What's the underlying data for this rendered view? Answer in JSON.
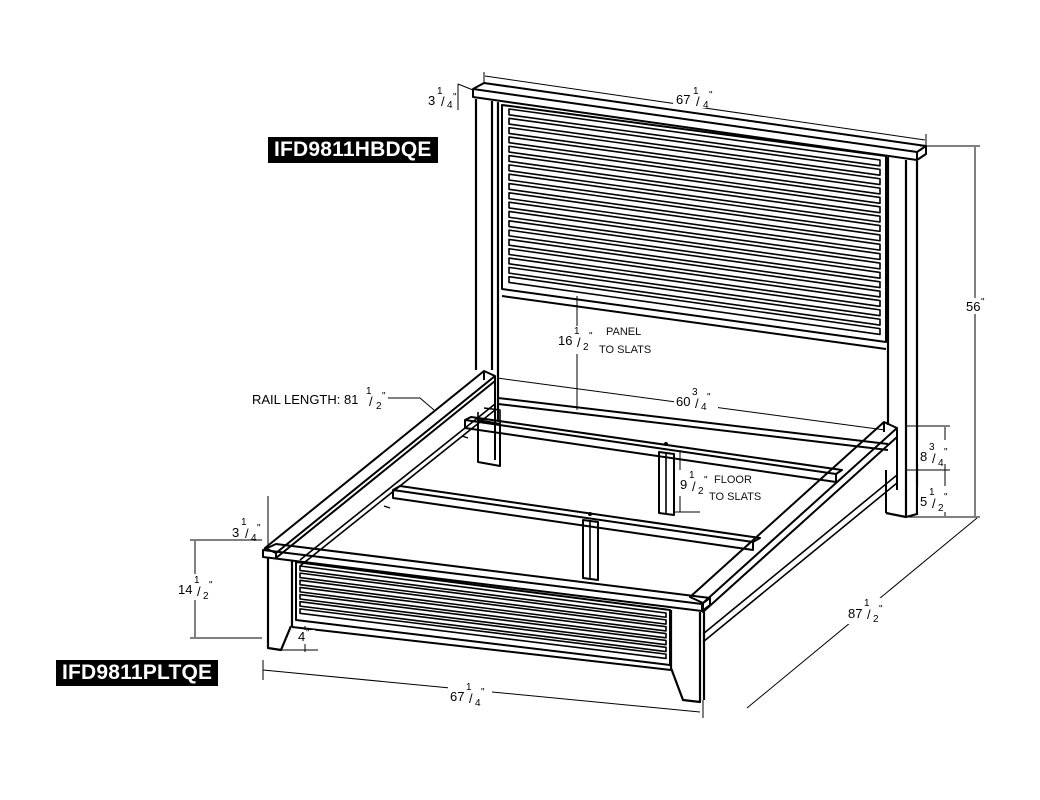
{
  "models": {
    "headboard": "IFD9811HBDQE",
    "platform": "IFD9811PLTQE"
  },
  "dimensions": {
    "headboard_cap_thickness": {
      "whole": "3",
      "num": "1",
      "den": "4",
      "unit": "\""
    },
    "headboard_width": {
      "whole": "67",
      "num": "1",
      "den": "4",
      "unit": "\""
    },
    "overall_height": {
      "whole": "56",
      "unit": "\""
    },
    "panel_to_slats": {
      "whole": "16",
      "num": "1",
      "den": "2",
      "unit": "\"",
      "note_1": "PANEL",
      "note_2": "TO SLATS"
    },
    "inner_width": {
      "whole": "60",
      "num": "3",
      "den": "4",
      "unit": "\""
    },
    "rail_length": {
      "label": "RAIL LENGTH: 81",
      "num": "1",
      "den": "2",
      "unit": "\""
    },
    "floor_to_slats": {
      "whole": "9",
      "num": "1",
      "den": "2",
      "unit": "\"",
      "note_1": "FLOOR",
      "note_2": "TO SLATS"
    },
    "rail_height": {
      "whole": "8",
      "num": "3",
      "den": "4",
      "unit": "\""
    },
    "rail_floor": {
      "whole": "5",
      "num": "1",
      "den": "2",
      "unit": "\""
    },
    "footboard_cap_thickness": {
      "whole": "3",
      "num": "1",
      "den": "4",
      "unit": "\""
    },
    "footboard_height": {
      "whole": "14",
      "num": "1",
      "den": "2",
      "unit": "\""
    },
    "foot_height": {
      "whole": "4",
      "unit": "\""
    },
    "overall_length": {
      "whole": "87",
      "num": "1",
      "den": "2",
      "unit": "\""
    },
    "footboard_width": {
      "whole": "67",
      "num": "1",
      "den": "4",
      "unit": "\""
    }
  }
}
